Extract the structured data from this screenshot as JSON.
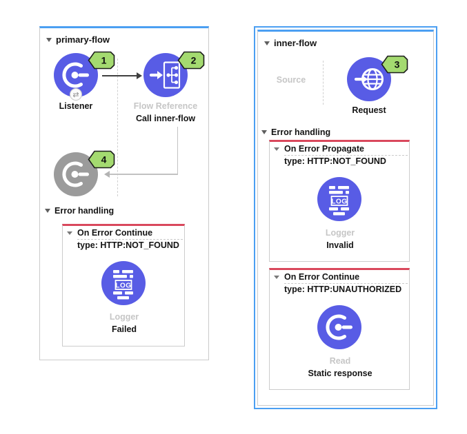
{
  "canvas": {
    "type": "mule-flow-editor"
  },
  "icons": {
    "logger_text": "LOG",
    "exchange_glyph": "⇄"
  },
  "colors": {
    "selection_blue": "#4b9ff2",
    "node_blue": "#585ce5",
    "node_gray": "#9b9b9b",
    "badge_green": "#a4da70",
    "error_scope_red": "#d9485c"
  },
  "flows": {
    "primary": {
      "title": "primary-flow",
      "nodes": {
        "listener": {
          "type_label": "Listener",
          "badge": "1"
        },
        "flow_reference": {
          "type_label": "Flow Reference",
          "name": "Call inner-flow",
          "badge": "2"
        },
        "disabled_listener": {
          "badge": "4"
        }
      },
      "error_handling": {
        "label": "Error handling",
        "scope": {
          "title": "On Error Continue",
          "type_line": "type: HTTP:NOT_FOUND",
          "component": {
            "type_label": "Logger",
            "name": "Failed"
          }
        }
      }
    },
    "inner": {
      "title": "inner-flow",
      "source_placeholder": "Source",
      "nodes": {
        "request": {
          "name": "Request",
          "badge": "3"
        }
      },
      "error_handling": {
        "label": "Error handling",
        "scopes": [
          {
            "title": "On Error Propagate",
            "type_line": "type: HTTP:NOT_FOUND",
            "component": {
              "type_label": "Logger",
              "name": "Invalid"
            }
          },
          {
            "title": "On Error Continue",
            "type_line": "type: HTTP:UNAUTHORIZED",
            "component": {
              "type_label": "Read",
              "name": "Static response"
            }
          }
        ]
      }
    }
  }
}
